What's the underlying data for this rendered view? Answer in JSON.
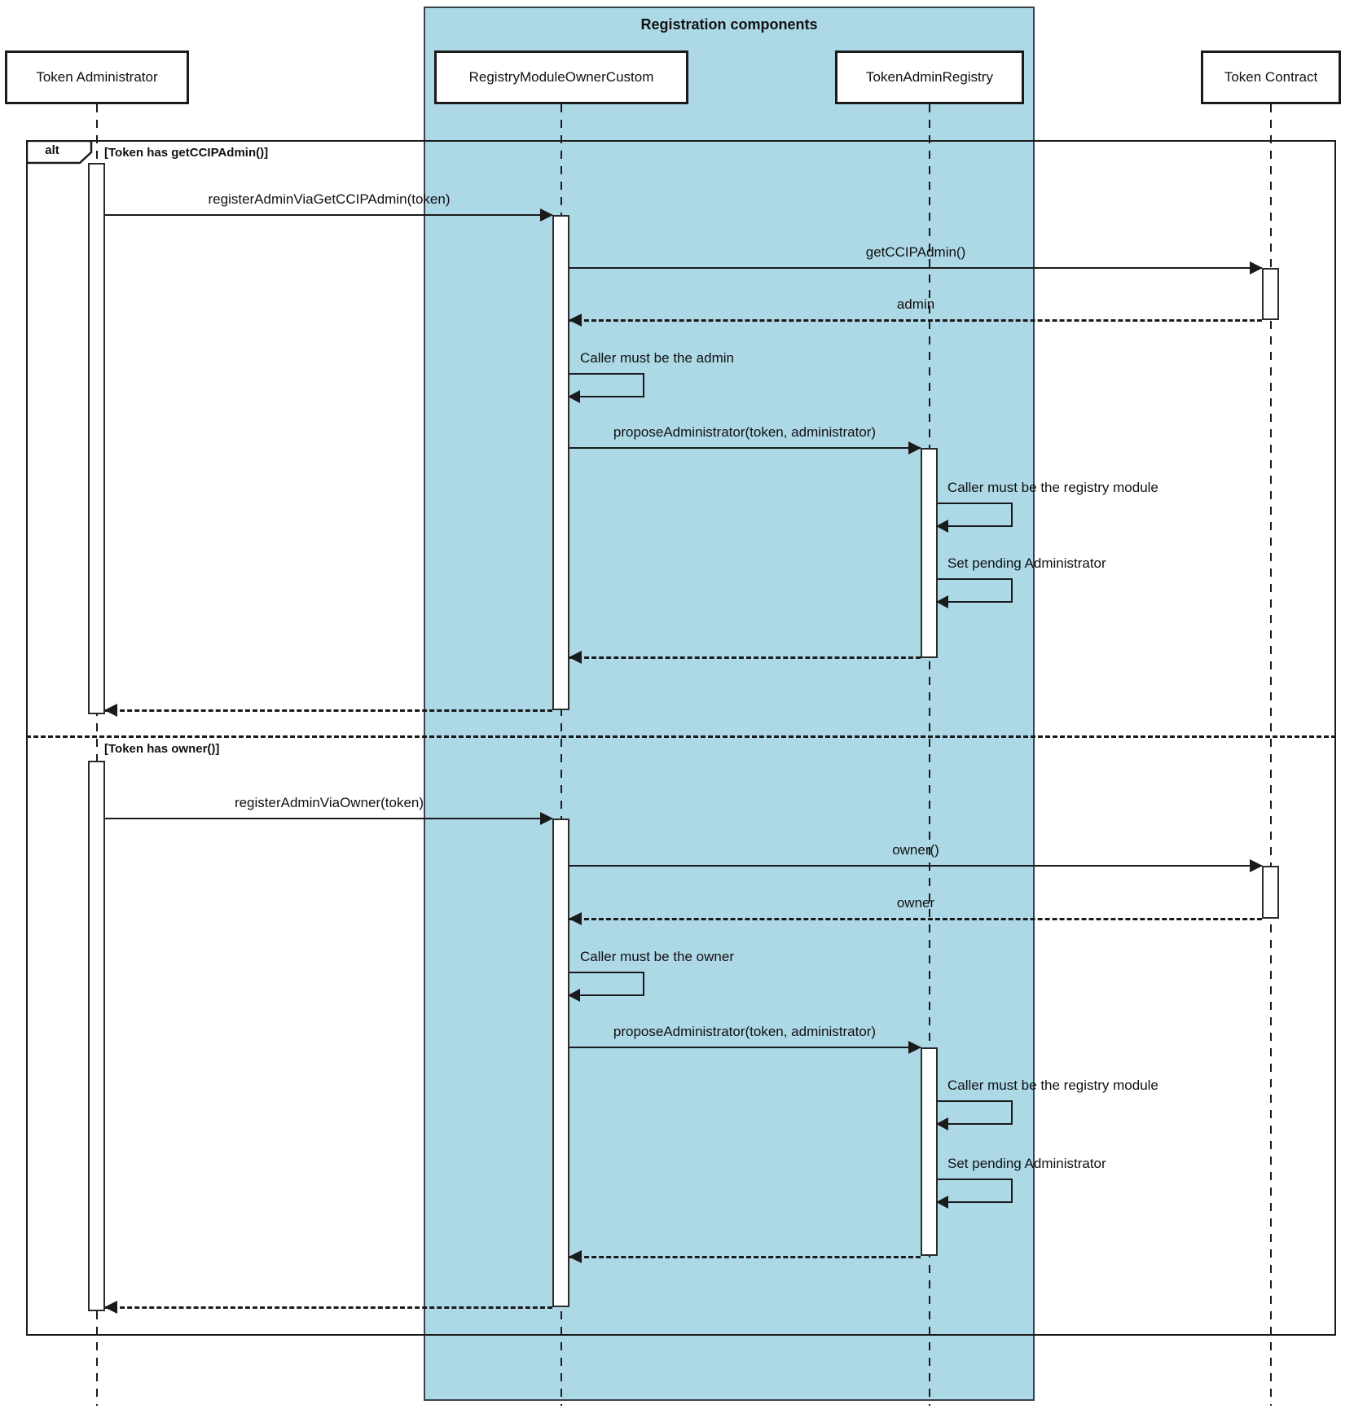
{
  "diagram": {
    "type": "sequence-diagram",
    "title": "Registration components",
    "participants": [
      {
        "label": "Token Administrator"
      },
      {
        "label": "RegistryModuleOwnerCustom"
      },
      {
        "label": "TokenAdminRegistry"
      },
      {
        "label": "Token Contract"
      }
    ],
    "frame": {
      "operator": "alt"
    },
    "sections": [
      {
        "condition": "[Token has getCCIPAdmin()]",
        "messages": {
          "register": "registerAdminViaGetCCIPAdmin(token)",
          "query": "getCCIPAdmin()",
          "query_return": "admin",
          "caller_check": "Caller must be the admin",
          "propose": "proposeAdministrator(token, administrator)",
          "registry_check": "Caller must be the registry module",
          "set_pending": "Set pending Administrator"
        }
      },
      {
        "condition": "[Token has owner()]",
        "messages": {
          "register": "registerAdminViaOwner(token)",
          "query": "owner()",
          "query_return": "owner",
          "caller_check": "Caller must be the owner",
          "propose": "proposeAdministrator(token, administrator)",
          "registry_check": "Caller must be the registry module",
          "set_pending": "Set pending Administrator"
        }
      }
    ],
    "colors": {
      "highlight_fill": "#add8e6",
      "highlight_border": "#38444c",
      "line": "#1a1a1a",
      "participant_fill": "#ffffff"
    }
  }
}
